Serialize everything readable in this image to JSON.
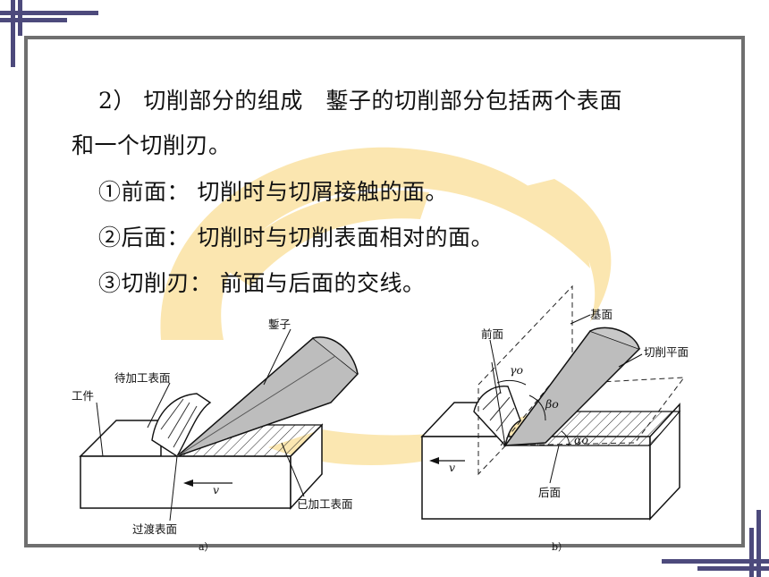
{
  "text": {
    "line1": "2） 切削部分的组成　鏨子的切削部分包括两个表面",
    "line2": "和一个切削刃。",
    "item1": "①前面：  切削时与切屑接触的面。",
    "item2": "②后面：  切削时与切削表面相对的面。",
    "item3": "③切削刃：  前面与后面的交线。"
  },
  "figure_a": {
    "label_chisel": "鏨子",
    "label_surface_to_machine": "待加工表面",
    "label_workpiece": "工件",
    "label_v": "v",
    "label_machined": "已加工表面",
    "label_transition": "过渡表面",
    "caption": "a）"
  },
  "figure_b": {
    "label_base": "基面",
    "label_front": "前面",
    "label_cut_plane": "切削平面",
    "label_gamma": "γo",
    "label_beta": "βo",
    "label_alpha": "αo",
    "label_v": "v",
    "label_rear": "后面",
    "caption": "b）"
  },
  "colors": {
    "stripe": "#4d4a7c",
    "frame": "#6f6f6f",
    "watermark": "#fbe4a8"
  }
}
